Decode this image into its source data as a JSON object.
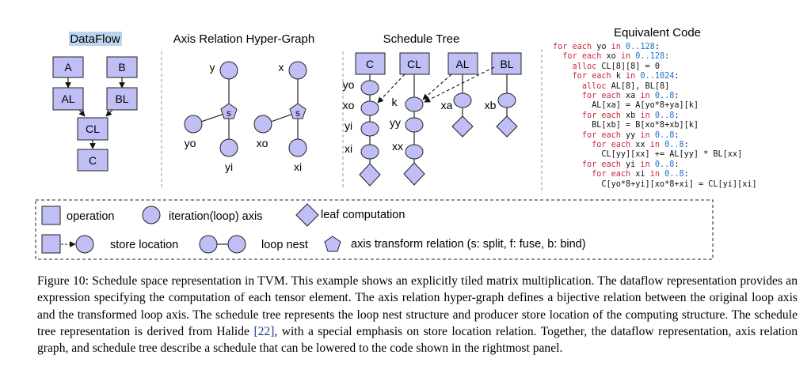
{
  "panels": {
    "dataflow": {
      "title": "DataFlow",
      "nodes": [
        "A",
        "B",
        "AL",
        "BL",
        "CL",
        "C"
      ]
    },
    "axis_graph": {
      "title": "Axis Relation Hyper-Graph",
      "left": {
        "parent": "y",
        "relation": "s",
        "outer": "yo",
        "inner": "yi"
      },
      "right": {
        "parent": "x",
        "relation": "s",
        "outer": "xo",
        "inner": "xi"
      }
    },
    "schedule_tree": {
      "title": "Schedule Tree",
      "ops": [
        "C",
        "CL",
        "AL",
        "BL"
      ],
      "c_axes": [
        "yo",
        "xo",
        "yi",
        "xi"
      ],
      "cl_axes": [
        "k",
        "yy",
        "xx"
      ],
      "al_axis": "xa",
      "bl_axis": "xb"
    },
    "code": {
      "title": "Equivalent Code",
      "lines": [
        [
          [
            "kw",
            "for each "
          ],
          [
            "tx",
            "yo "
          ],
          [
            "kw",
            "in "
          ],
          [
            "num",
            "0..128"
          ],
          [
            "tx",
            ":"
          ]
        ],
        [
          [
            "tx",
            "  "
          ],
          [
            "kw",
            "for each "
          ],
          [
            "tx",
            "xo "
          ],
          [
            "kw",
            "in "
          ],
          [
            "num",
            "0..128"
          ],
          [
            "tx",
            ":"
          ]
        ],
        [
          [
            "tx",
            "    "
          ],
          [
            "kw",
            "alloc "
          ],
          [
            "tx",
            "CL[8][8] = 0"
          ]
        ],
        [
          [
            "tx",
            "    "
          ],
          [
            "kw",
            "for each "
          ],
          [
            "tx",
            "k "
          ],
          [
            "kw",
            "in "
          ],
          [
            "num",
            "0..1024"
          ],
          [
            "tx",
            ":"
          ]
        ],
        [
          [
            "tx",
            "      "
          ],
          [
            "kw",
            "alloc "
          ],
          [
            "tx",
            "AL[8], BL[8]"
          ]
        ],
        [
          [
            "tx",
            "      "
          ],
          [
            "kw",
            "for each "
          ],
          [
            "tx",
            "xa "
          ],
          [
            "kw",
            "in "
          ],
          [
            "num",
            "0..8"
          ],
          [
            "tx",
            ":"
          ]
        ],
        [
          [
            "tx",
            "        AL[xa] = A[yo*8+ya][k]"
          ]
        ],
        [
          [
            "tx",
            "      "
          ],
          [
            "kw",
            "for each "
          ],
          [
            "tx",
            "xb "
          ],
          [
            "kw",
            "in "
          ],
          [
            "num",
            "0..8"
          ],
          [
            "tx",
            ":"
          ]
        ],
        [
          [
            "tx",
            "        BL[xb] = B[xo*8+xb][k]"
          ]
        ],
        [
          [
            "tx",
            "      "
          ],
          [
            "kw",
            "for each "
          ],
          [
            "tx",
            "yy "
          ],
          [
            "kw",
            "in "
          ],
          [
            "num",
            "0..8"
          ],
          [
            "tx",
            ":"
          ]
        ],
        [
          [
            "tx",
            "        "
          ],
          [
            "kw",
            "for each "
          ],
          [
            "tx",
            "xx "
          ],
          [
            "kw",
            "in "
          ],
          [
            "num",
            "0..8"
          ],
          [
            "tx",
            ":"
          ]
        ],
        [
          [
            "tx",
            "          CL[yy][xx] += AL[yy] * BL[xx]"
          ]
        ],
        [
          [
            "tx",
            "      "
          ],
          [
            "kw",
            "for each "
          ],
          [
            "tx",
            "yi "
          ],
          [
            "kw",
            "in "
          ],
          [
            "num",
            "0..8"
          ],
          [
            "tx",
            ":"
          ]
        ],
        [
          [
            "tx",
            "        "
          ],
          [
            "kw",
            "for each "
          ],
          [
            "tx",
            "xi "
          ],
          [
            "kw",
            "in "
          ],
          [
            "num",
            "0..8"
          ],
          [
            "tx",
            ":"
          ]
        ],
        [
          [
            "tx",
            "          C[yo*8+yi][xo*8+xi] = CL[yi][xi]"
          ]
        ]
      ]
    }
  },
  "legend": {
    "operation": "operation",
    "axis": "iteration(loop) axis",
    "leaf": "leaf computation",
    "store": "store location",
    "nest": "loop nest",
    "relation": "axis transform relation (s: split, f: fuse, b: bind)"
  },
  "caption": {
    "before_ref": "Figure 10: Schedule space representation in TVM. This example shows an explicitly tiled matrix multiplication. The dataflow representation provides an expression specifying the computation of each tensor element. The axis relation hyper-graph defines a bijective relation between the original loop axis and the transformed loop axis. The schedule tree represents the loop nest structure and producer store location of the computing structure. The schedule tree representation is derived from Halide ",
    "ref": "[22]",
    "after_ref": ", with a special emphasis on store location relation. Together, the dataflow representation, axis relation graph, and schedule tree describe a schedule that can be lowered to the code shown in the rightmost panel."
  },
  "colors": {
    "node_fill": "#bfbff5",
    "keyword": "#c8283c",
    "number": "#1f6fd0",
    "title_highlight": "#bcd5ee"
  }
}
